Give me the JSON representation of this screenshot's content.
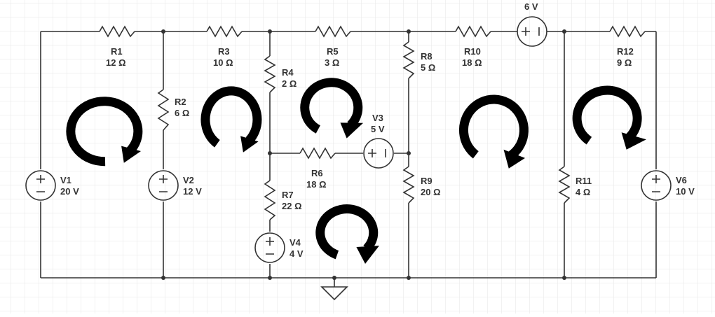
{
  "circuit": {
    "components": [
      {
        "id": "R1",
        "name": "R1",
        "value": "12 Ω"
      },
      {
        "id": "R2",
        "name": "R2",
        "value": "6 Ω"
      },
      {
        "id": "R3",
        "name": "R3",
        "value": "10 Ω"
      },
      {
        "id": "R4",
        "name": "R4",
        "value": "2 Ω"
      },
      {
        "id": "R5",
        "name": "R5",
        "value": "3 Ω"
      },
      {
        "id": "R6",
        "name": "R6",
        "value": "18 Ω"
      },
      {
        "id": "R7",
        "name": "R7",
        "value": "22 Ω"
      },
      {
        "id": "R8",
        "name": "R8",
        "value": "5 Ω"
      },
      {
        "id": "R9",
        "name": "R9",
        "value": "20 Ω"
      },
      {
        "id": "R10",
        "name": "R10",
        "value": "18 Ω"
      },
      {
        "id": "R11",
        "name": "R11",
        "value": "4 Ω"
      },
      {
        "id": "R12",
        "name": "R12",
        "value": "9 Ω"
      },
      {
        "id": "V1",
        "name": "V1",
        "value": "20 V"
      },
      {
        "id": "V2",
        "name": "V2",
        "value": "12 V"
      },
      {
        "id": "V3",
        "name": "V3",
        "value": "5 V"
      },
      {
        "id": "V4",
        "name": "V4",
        "value": "4 V"
      },
      {
        "id": "V5",
        "name": "",
        "value": "6 V"
      },
      {
        "id": "V6",
        "name": "V6",
        "value": "10 V"
      }
    ],
    "symbols": {
      "plus": "+",
      "minus": "−"
    },
    "loop_count": 6,
    "colors": {
      "grid": "#e6e6e6",
      "wire": "#333333",
      "loop_arrow": "#000000",
      "background": "#ffffff"
    },
    "icons": [
      "ground-icon",
      "clockwise-loop-arrow-icon"
    ]
  }
}
